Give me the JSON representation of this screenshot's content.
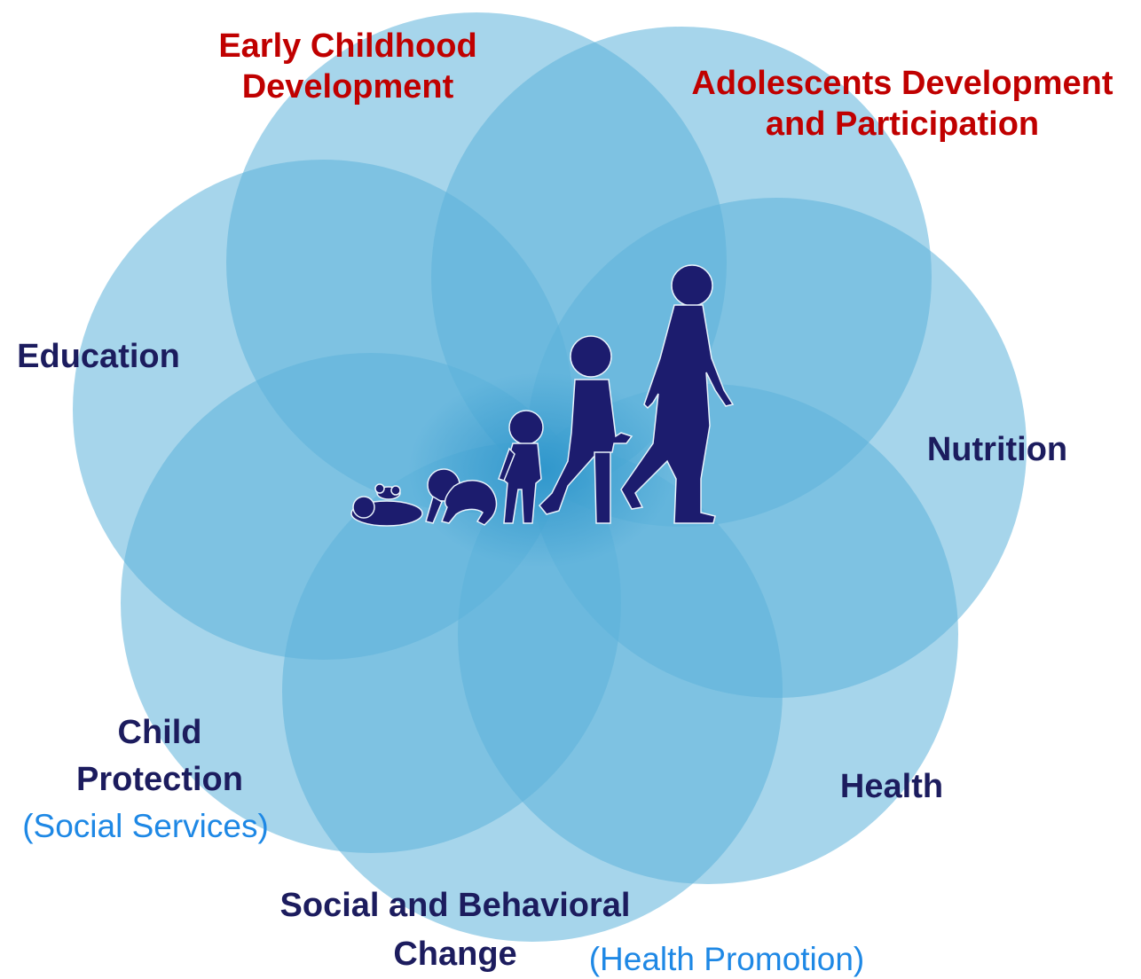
{
  "colors": {
    "petal_fill": "#5cb3da",
    "silhouette": "#1c1c6e",
    "area_label_red": "#c00000",
    "area_label_navy": "#1c1c5e",
    "sub_label_blue": "#1e88e5"
  },
  "labels": {
    "early_childhood": {
      "line1": "Early Childhood",
      "line2": "Development"
    },
    "adolescents": {
      "line1": "Adolescents Development",
      "line2": "and Participation"
    },
    "education": "Education",
    "nutrition": "Nutrition",
    "child_protection": {
      "line1": "Child",
      "line2": "Protection",
      "sub": "(Social Services)"
    },
    "health": "Health",
    "social_behavioral": {
      "line1": "Social and Behavioral",
      "line2": "Change",
      "sub": "(Health Promotion)"
    }
  },
  "figures": [
    "infant-silhouette",
    "crawling-baby-silhouette",
    "toddler-silhouette",
    "child-silhouette",
    "adult-silhouette"
  ]
}
